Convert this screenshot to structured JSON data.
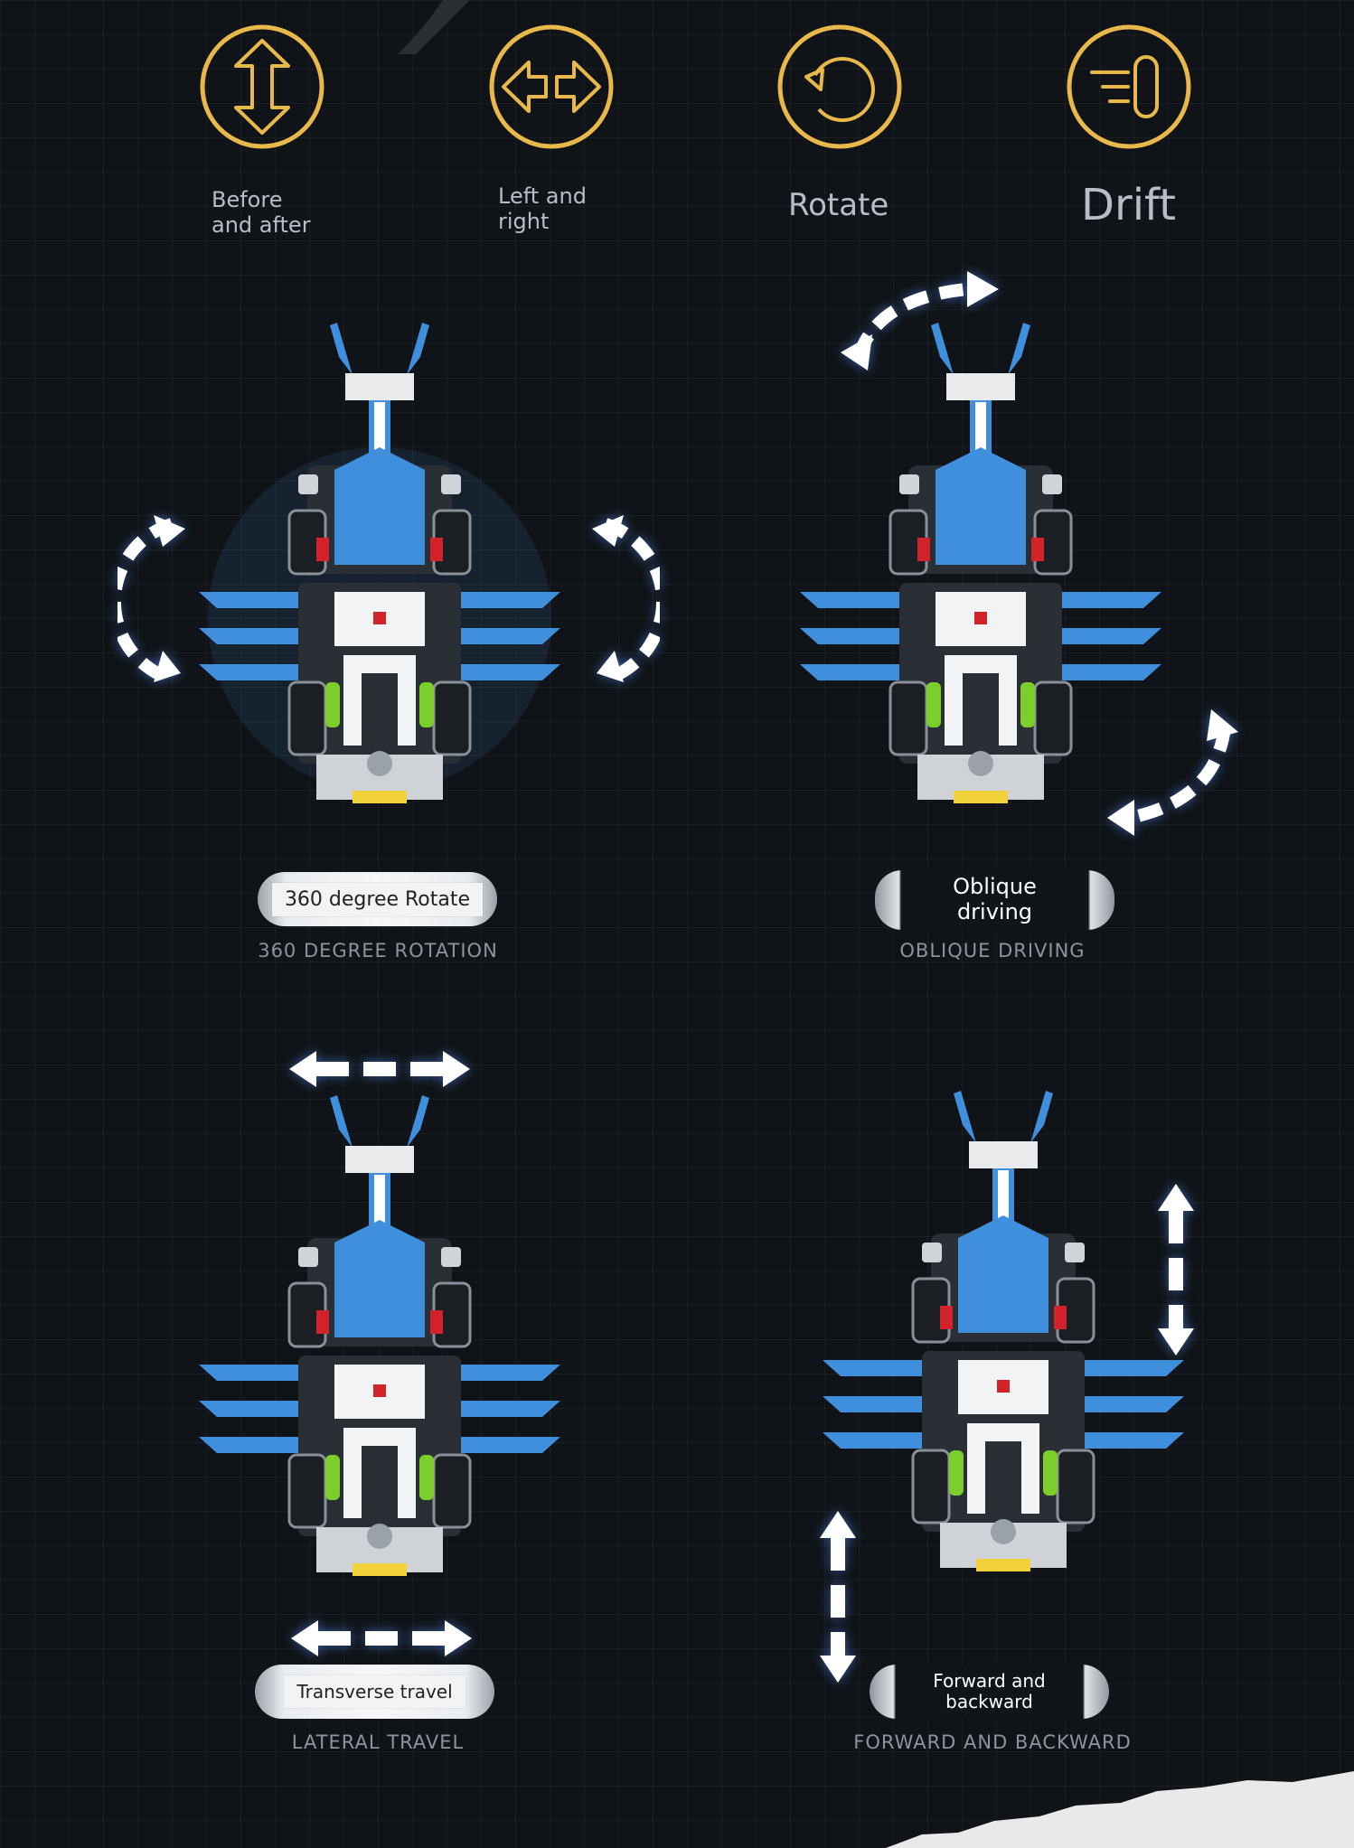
{
  "modes": [
    {
      "label": "Before\nand after",
      "icon": "up-down-arrows-icon"
    },
    {
      "label": "Left and\nright",
      "icon": "left-right-arrows-icon"
    },
    {
      "label": "Rotate",
      "icon": "rotate-icon"
    },
    {
      "label": "Drift",
      "icon": "drift-icon"
    }
  ],
  "panels": {
    "rotation": {
      "pill_text": "360 degree Rotate",
      "caption": "360 DEGREE ROTATION"
    },
    "oblique": {
      "pill_text": "Oblique\ndriving",
      "caption": "OBLIQUE DRIVING"
    },
    "lateral": {
      "pill_text": "Transverse travel",
      "caption": "LATERAL TRAVEL"
    },
    "forward": {
      "pill_text": "Forward and\nbackward",
      "caption": "FORWARD AND BACKWARD"
    }
  },
  "colors": {
    "gold": "#e8b84a",
    "robot_blue": "#3f8fdc",
    "background": "#101418"
  }
}
